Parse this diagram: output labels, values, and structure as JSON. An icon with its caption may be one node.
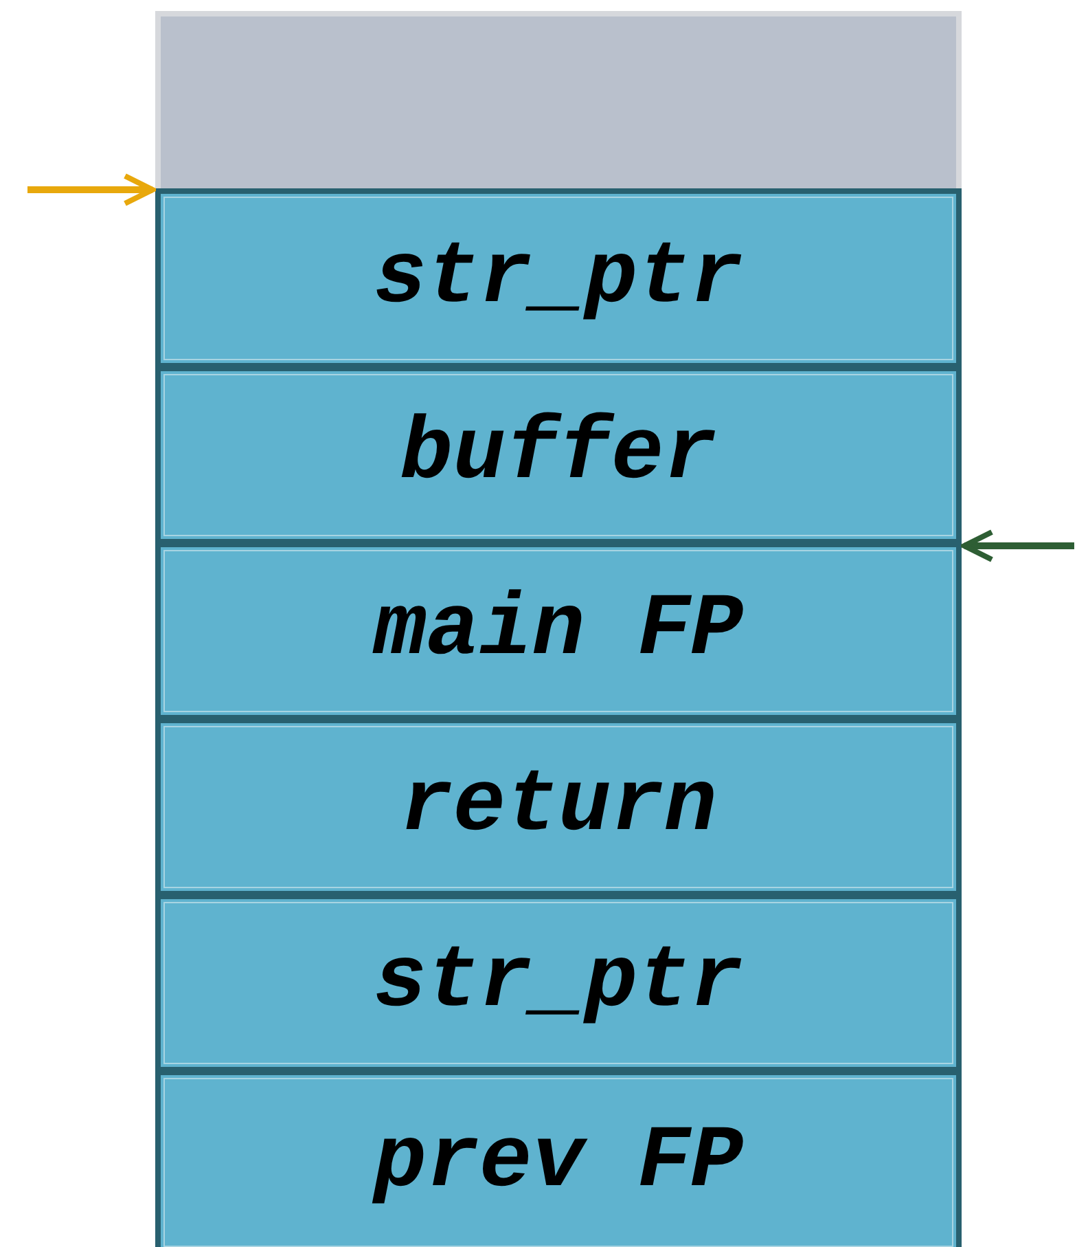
{
  "diagram": {
    "nodes": [
      {
        "text": [],
        "shape": "box"
      },
      {
        "text": [
          "str_ptr"
        ]
      },
      {
        "text": [
          "buffer"
        ]
      },
      {
        "text": [
          "main FP"
        ]
      },
      {
        "text": [
          "return"
        ]
      },
      {
        "text": [
          "str_ptr"
        ]
      },
      {
        "text": [
          "prev FP"
        ]
      }
    ],
    "edges": [
      {
        "from": null,
        "to": 1,
        "arrow": "to",
        "color": "#e8a80c"
      },
      {
        "from": null,
        "to": 2,
        "arrow": "to",
        "color": "#2e5e34"
      }
    ]
  }
}
